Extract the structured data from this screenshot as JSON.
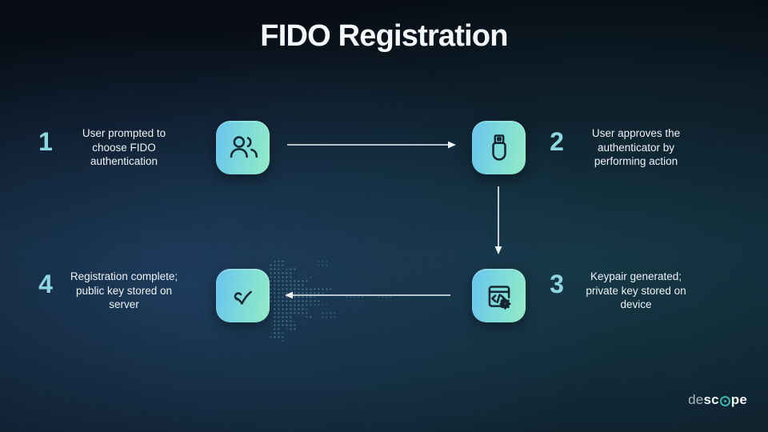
{
  "title": "FIDO Registration",
  "steps": [
    {
      "number": "1",
      "icon": "users-icon",
      "text": "User prompted to choose FIDO authentication",
      "lines": [
        "User prompted to",
        "choose FIDO",
        "authentication"
      ]
    },
    {
      "number": "2",
      "icon": "usb-security-key-icon",
      "text": "User approves the authenticator by performing action",
      "lines": [
        "User approves the",
        "authenticator by",
        "performing action"
      ]
    },
    {
      "number": "3",
      "icon": "browser-code-gear-icon",
      "text": "Keypair generated; private key stored on device",
      "lines": [
        "Keypair generated;",
        "private key stored on",
        "device"
      ]
    },
    {
      "number": "4",
      "icon": "checkmark-icon",
      "text": "Registration complete; public key stored on server",
      "lines": [
        "Registration complete;",
        "public key stored on",
        "server"
      ]
    }
  ],
  "logo": {
    "de": "de",
    "sc": "sc",
    "pe": "pe",
    "mark": "descope-ring-icon"
  },
  "colors": {
    "accent_number": "#8ed7e0",
    "tile_gradient_start": "#66c3ee",
    "tile_gradient_end": "#93ebc5",
    "glyph_stroke": "#142631",
    "arrow": "#eef3f6",
    "logo_teal": "#38b7ab",
    "background_base": "#0b1420"
  }
}
